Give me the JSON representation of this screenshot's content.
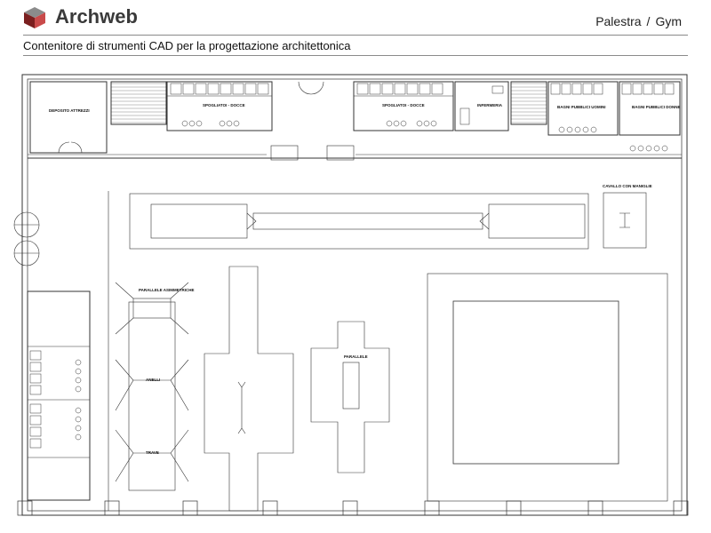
{
  "header": {
    "brand": "Archweb",
    "breadcrumb": [
      "Palestra",
      "/",
      "Gym"
    ],
    "subtitle": "Contenitore di strumenti CAD per la progettazione architettonica"
  },
  "plan_labels": {
    "storage": "DEPOSITO ATTREZZI",
    "locker1": "SPOGLIATOI - DOCCE",
    "locker2": "SPOGLIATOI - DOCCE",
    "infirmary": "INFERMERIA",
    "wc_men": "BAGNI PUBBLICI UOMINI",
    "wc_women": "BAGNI PUBBLICI DONNE",
    "pommel_horse": "CAVALLO CON MANIGLIE",
    "uneven_bars": "PARALLELE ASIMMETRICHE",
    "rings": "ANELLI",
    "beam": "TRAVE",
    "parallel_bars": "PARALLELE"
  },
  "colors": {
    "brand_logo_dark": "#7a1f1f",
    "brand_logo_light": "#c94a4a",
    "line": "#333333"
  }
}
